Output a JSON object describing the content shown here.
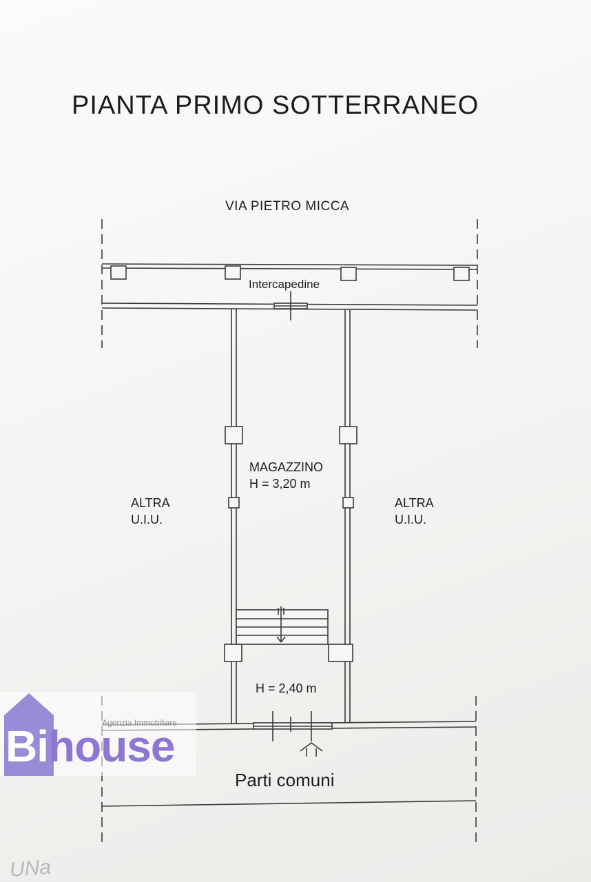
{
  "title": "PIANTA PRIMO SOTTERRANEO",
  "street": "VIA PIETRO MICCA",
  "labels": {
    "intercapedine": "Intercapedine",
    "room_name": "MAGAZZINO",
    "room_height": "H = 3,20 m",
    "altra_left_line1": "ALTRA",
    "altra_left_line2": "U.I.U.",
    "altra_right_line1": "ALTRA",
    "altra_right_line2": "U.I.U.",
    "lower_height": "H = 2,40 m",
    "parti_comuni": "Parti comuni"
  },
  "watermark": {
    "subtitle": "Agenzia Immobiliare",
    "brand_prefix": "Bi",
    "brand_suffix": "house",
    "color": "#8a78d3"
  },
  "stamp_text": "UNa",
  "colors": {
    "line": "#3a3a3a",
    "paper": "#f7f6f4"
  }
}
